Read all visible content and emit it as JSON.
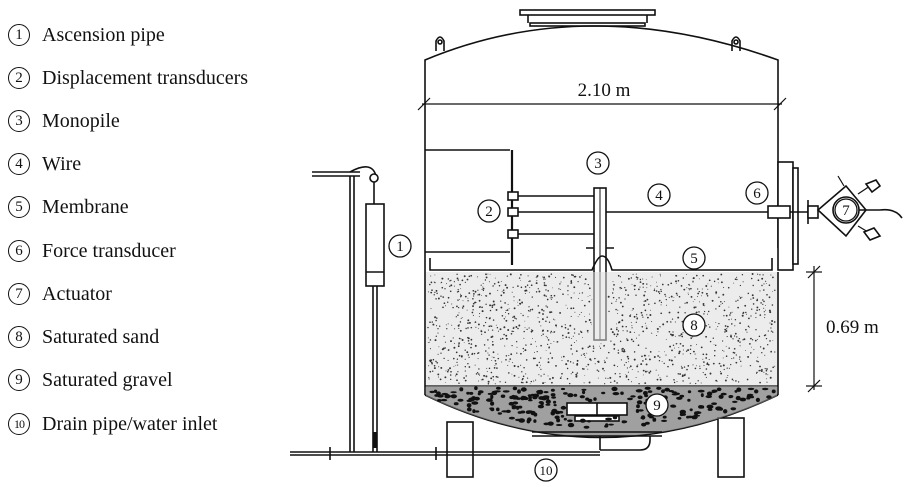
{
  "legend": {
    "items": [
      {
        "num": "1",
        "label": "Ascension pipe"
      },
      {
        "num": "2",
        "label": "Displacement transducers"
      },
      {
        "num": "3",
        "label": "Monopile"
      },
      {
        "num": "4",
        "label": "Wire"
      },
      {
        "num": "5",
        "label": "Membrane"
      },
      {
        "num": "6",
        "label": "Force transducer"
      },
      {
        "num": "7",
        "label": "Actuator"
      },
      {
        "num": "8",
        "label": "Saturated sand"
      },
      {
        "num": "9",
        "label": "Saturated gravel"
      },
      {
        "num": "10",
        "label": "Drain pipe/water inlet"
      }
    ]
  },
  "dimensions": {
    "width_label": "2.10 m",
    "depth_label": "0.69 m"
  },
  "callouts": {
    "c1": "1",
    "c2": "2",
    "c3": "3",
    "c4": "4",
    "c5": "5",
    "c6": "6",
    "c7": "7",
    "c8": "8",
    "c9": "9",
    "c10": "10"
  }
}
